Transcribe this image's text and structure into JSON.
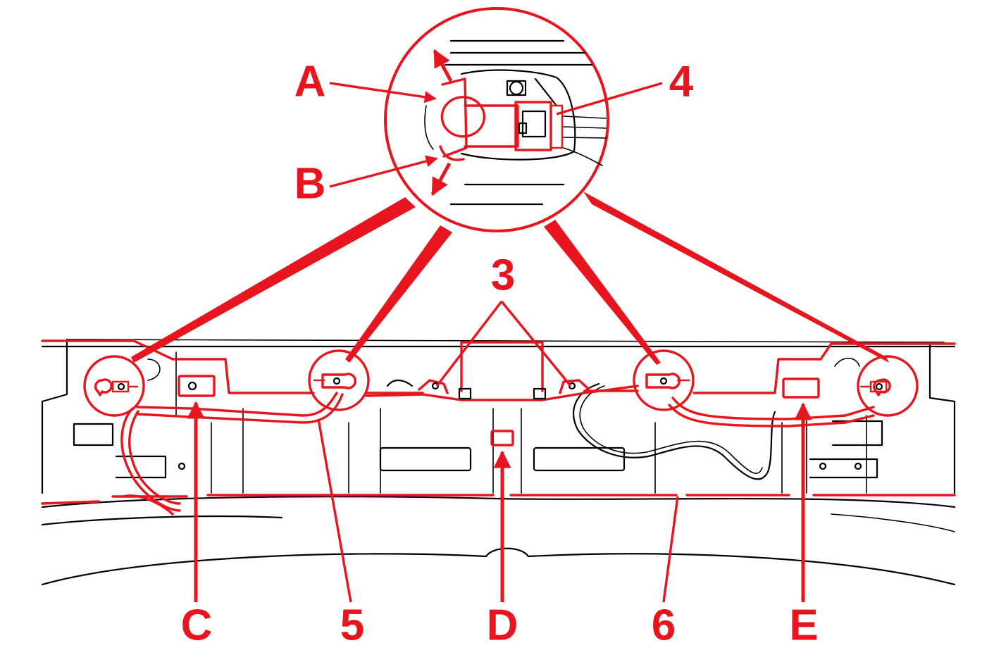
{
  "colors": {
    "highlight": "#e8141e",
    "line": "#000000",
    "background": "#ffffff"
  },
  "callouts": {
    "a": "A",
    "b": "B",
    "c": "C",
    "d": "D",
    "e": "E",
    "n3": "3",
    "n4": "4",
    "n5": "5",
    "n6": "6"
  }
}
